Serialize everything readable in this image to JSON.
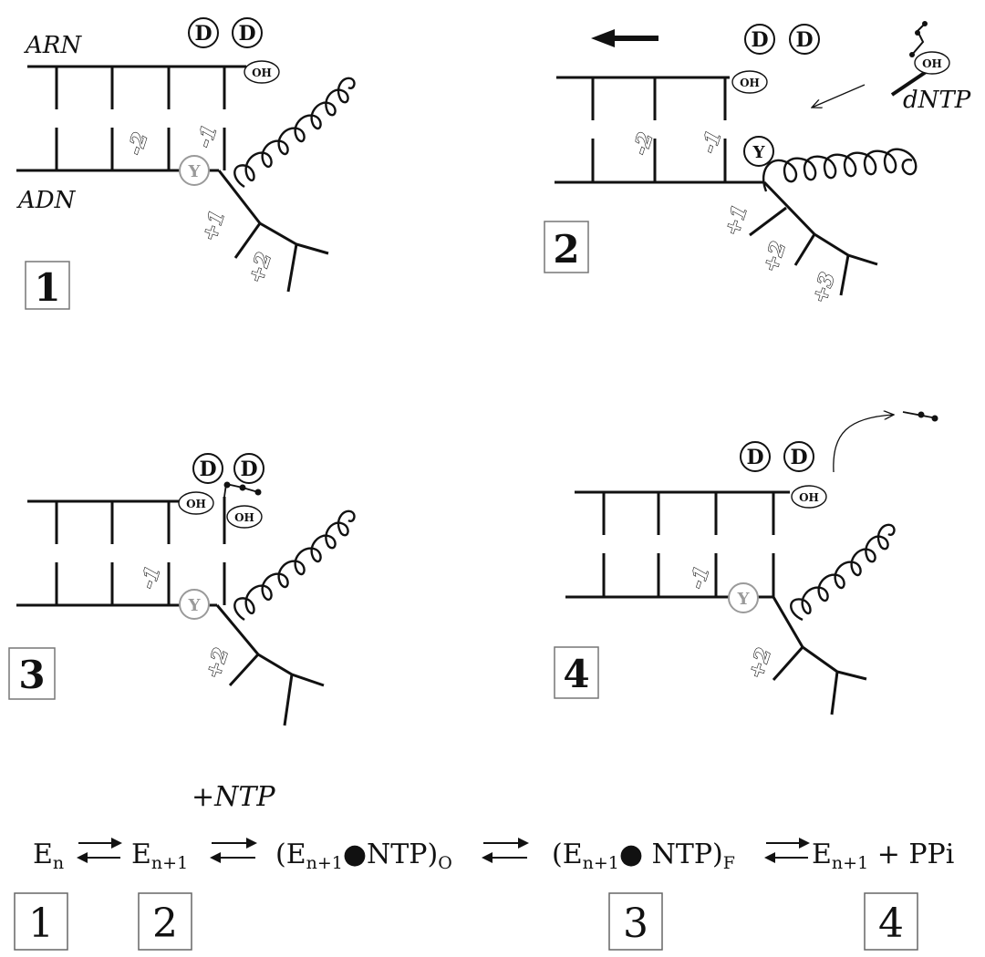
{
  "strand_labels": {
    "rna": "ARN",
    "dna": "ADN"
  },
  "residues": {
    "asp": "D",
    "tyr": "Y",
    "hydroxyl": "OH"
  },
  "incoming_nucleotide": "dNTP",
  "panels": [
    {
      "number": "1",
      "positions": [
        "-2",
        "-1",
        "+1",
        "+2"
      ]
    },
    {
      "number": "2",
      "positions": [
        "-2",
        "-1",
        "+1",
        "+2",
        "+3"
      ]
    },
    {
      "number": "3",
      "positions": [
        "-1",
        "+2"
      ]
    },
    {
      "number": "4",
      "positions": [
        "-1",
        "+2"
      ]
    }
  ],
  "scheme": {
    "reagent_above": "+NTP",
    "terms": [
      {
        "text": "E",
        "sub": "n",
        "after": ""
      },
      {
        "text": "E",
        "sub": "n+1",
        "after": ""
      },
      {
        "text": "(E",
        "sub": "n+1",
        "after": "●NTP)",
        "sub2": "O"
      },
      {
        "text": "(E",
        "sub": "n+1",
        "after": "● NTP)",
        "sub2": "F"
      },
      {
        "text": "E",
        "sub": "n+1",
        "after": " + PPi"
      }
    ],
    "state_boxes": [
      "1",
      "2",
      "3",
      "4"
    ]
  }
}
